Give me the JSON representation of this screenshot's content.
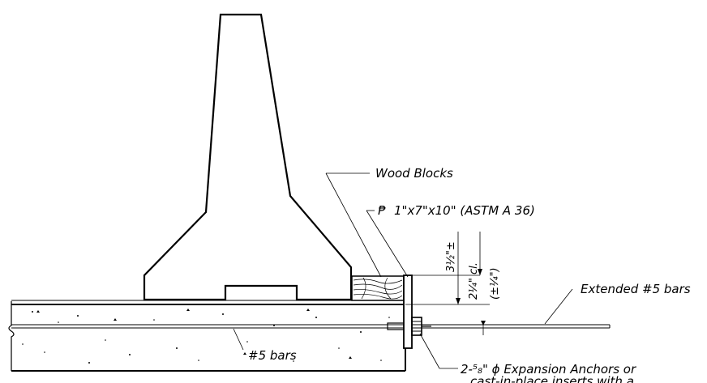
{
  "labels": {
    "wood_blocks": "Wood Blocks",
    "plate_symbol": "₱",
    "plate": "1\"x7\"x10\" (ASTM A 36)",
    "extended_bars": "Extended #5 bars",
    "bars": "#5 bars",
    "anchors_line1": "2-⁵₈\" ϕ Expansion Anchors or",
    "anchors_line2": "cast-in-place inserts with a"
  },
  "dimensions": {
    "dim_a": "3½\"±",
    "dim_b": "2¼\" cl.",
    "dim_c": "(±¼\")"
  }
}
